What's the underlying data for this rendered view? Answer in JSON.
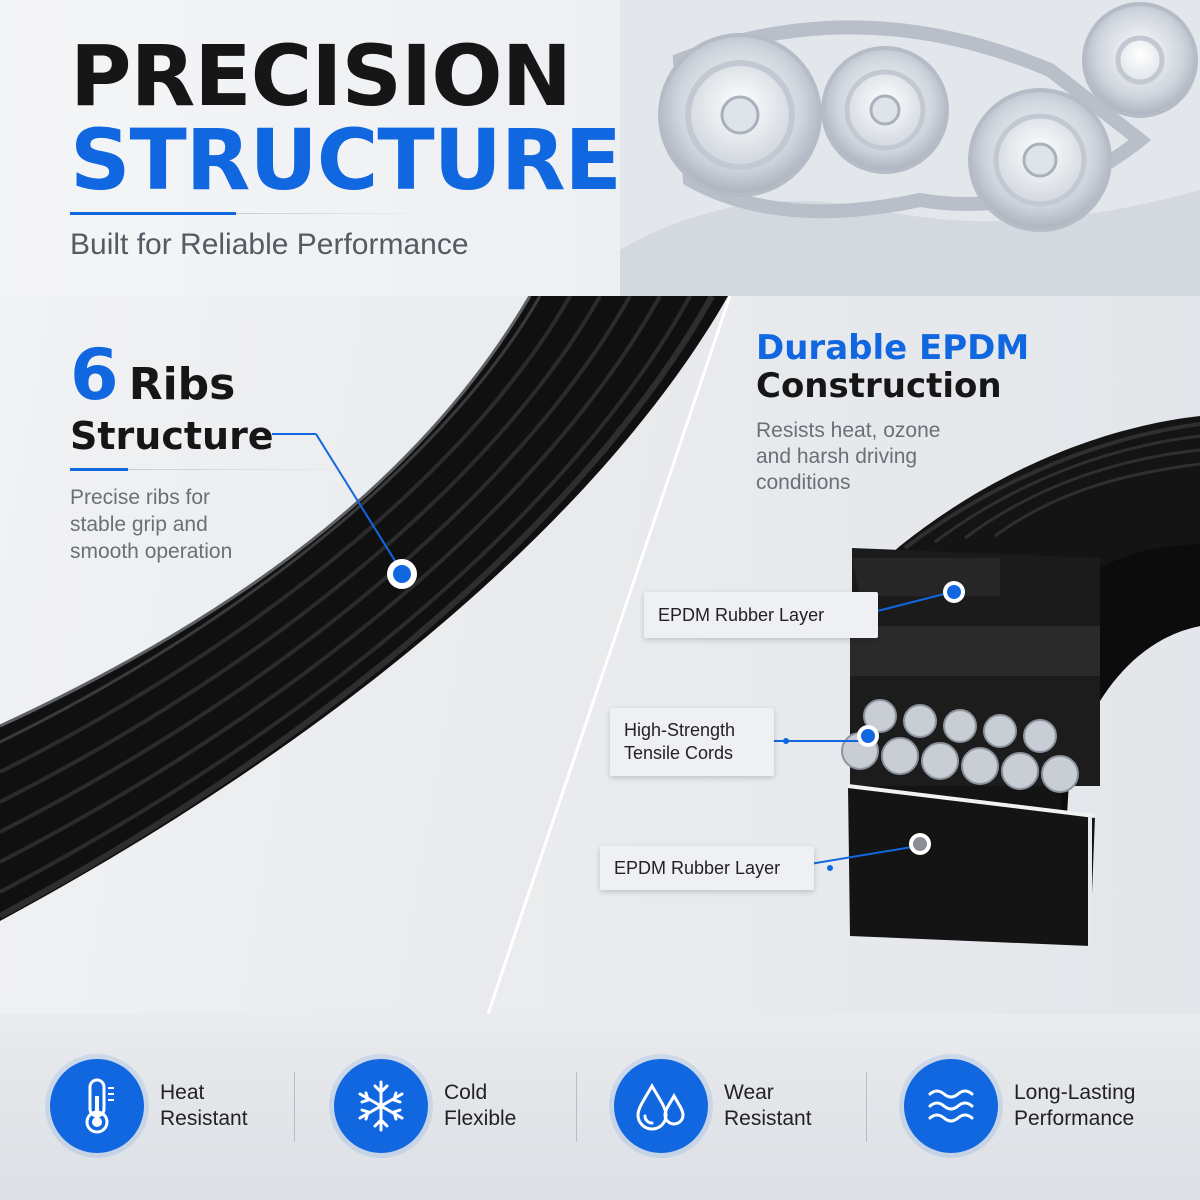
{
  "header": {
    "title_line1": "PRECISION",
    "title_line2": "STRUCTURE",
    "subtitle": "Built for Reliable Performance"
  },
  "colors": {
    "accent": "#1167e0",
    "dark": "#161616",
    "muted": "#6a7078"
  },
  "ribs": {
    "number": "6",
    "word": "Ribs",
    "subtitle": "Structure",
    "description": [
      "Precise ribs for",
      "stable grip and",
      "smooth operation"
    ]
  },
  "epdm": {
    "title": "Durable EPDM",
    "subtitle": "Construction",
    "description": [
      "Resists heat, ozone",
      "and harsh driving",
      "conditions"
    ],
    "callouts": {
      "top_layer": "EPDM Rubber Layer",
      "cords": [
        "High-Strength",
        "Tensile Cords"
      ],
      "bottom_layer": "EPDM Rubber Layer"
    }
  },
  "features": [
    {
      "icon": "thermometer-icon",
      "lines": [
        "Heat",
        "Resistant"
      ]
    },
    {
      "icon": "snowflake-icon",
      "lines": [
        "Cold",
        "Flexible"
      ]
    },
    {
      "icon": "water-drops-icon",
      "lines": [
        "Wear",
        "Resistant"
      ]
    },
    {
      "icon": "waves-icon",
      "lines": [
        "Long-Lasting",
        "Performance"
      ]
    }
  ]
}
